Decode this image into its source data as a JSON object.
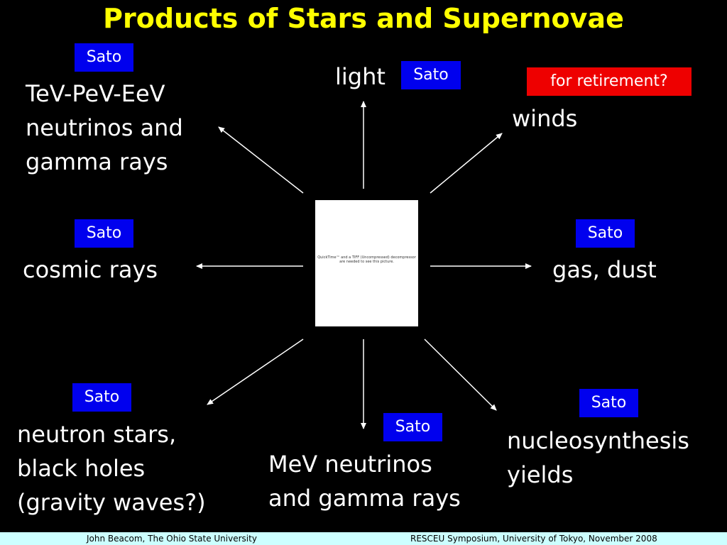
{
  "title": "Products of Stars and Supernovae",
  "nodes": {
    "neutrinos_high": {
      "label": "TeV-PeV-EeV\nneutrinos and\ngamma rays",
      "tag": "Sato"
    },
    "light": {
      "label": "light",
      "tag": "Sato"
    },
    "winds": {
      "label": "winds",
      "tag": "for retirement?"
    },
    "cosmic_rays": {
      "label": "cosmic rays",
      "tag": "Sato"
    },
    "gas_dust": {
      "label": "gas, dust",
      "tag": "Sato"
    },
    "compact": {
      "label": "neutron stars,\nblack holes\n(gravity waves?)",
      "tag": "Sato"
    },
    "mev": {
      "label": "MeV neutrinos\nand gamma rays",
      "tag": "Sato"
    },
    "nucleo": {
      "label": "nucleosynthesis\nyields",
      "tag": "Sato"
    }
  },
  "center_image_text": "QuickTime™ and a TIFF (Uncompressed) decompressor are needed to see this picture.",
  "footer": {
    "left": "John Beacom, The Ohio State University",
    "right": "RESCEU Symposium, University of Tokyo, November 2008"
  },
  "colors": {
    "title": "#ffff00",
    "tag_blue": "#0000ee",
    "tag_red": "#ee0000",
    "footer_bg": "#ccffff"
  }
}
